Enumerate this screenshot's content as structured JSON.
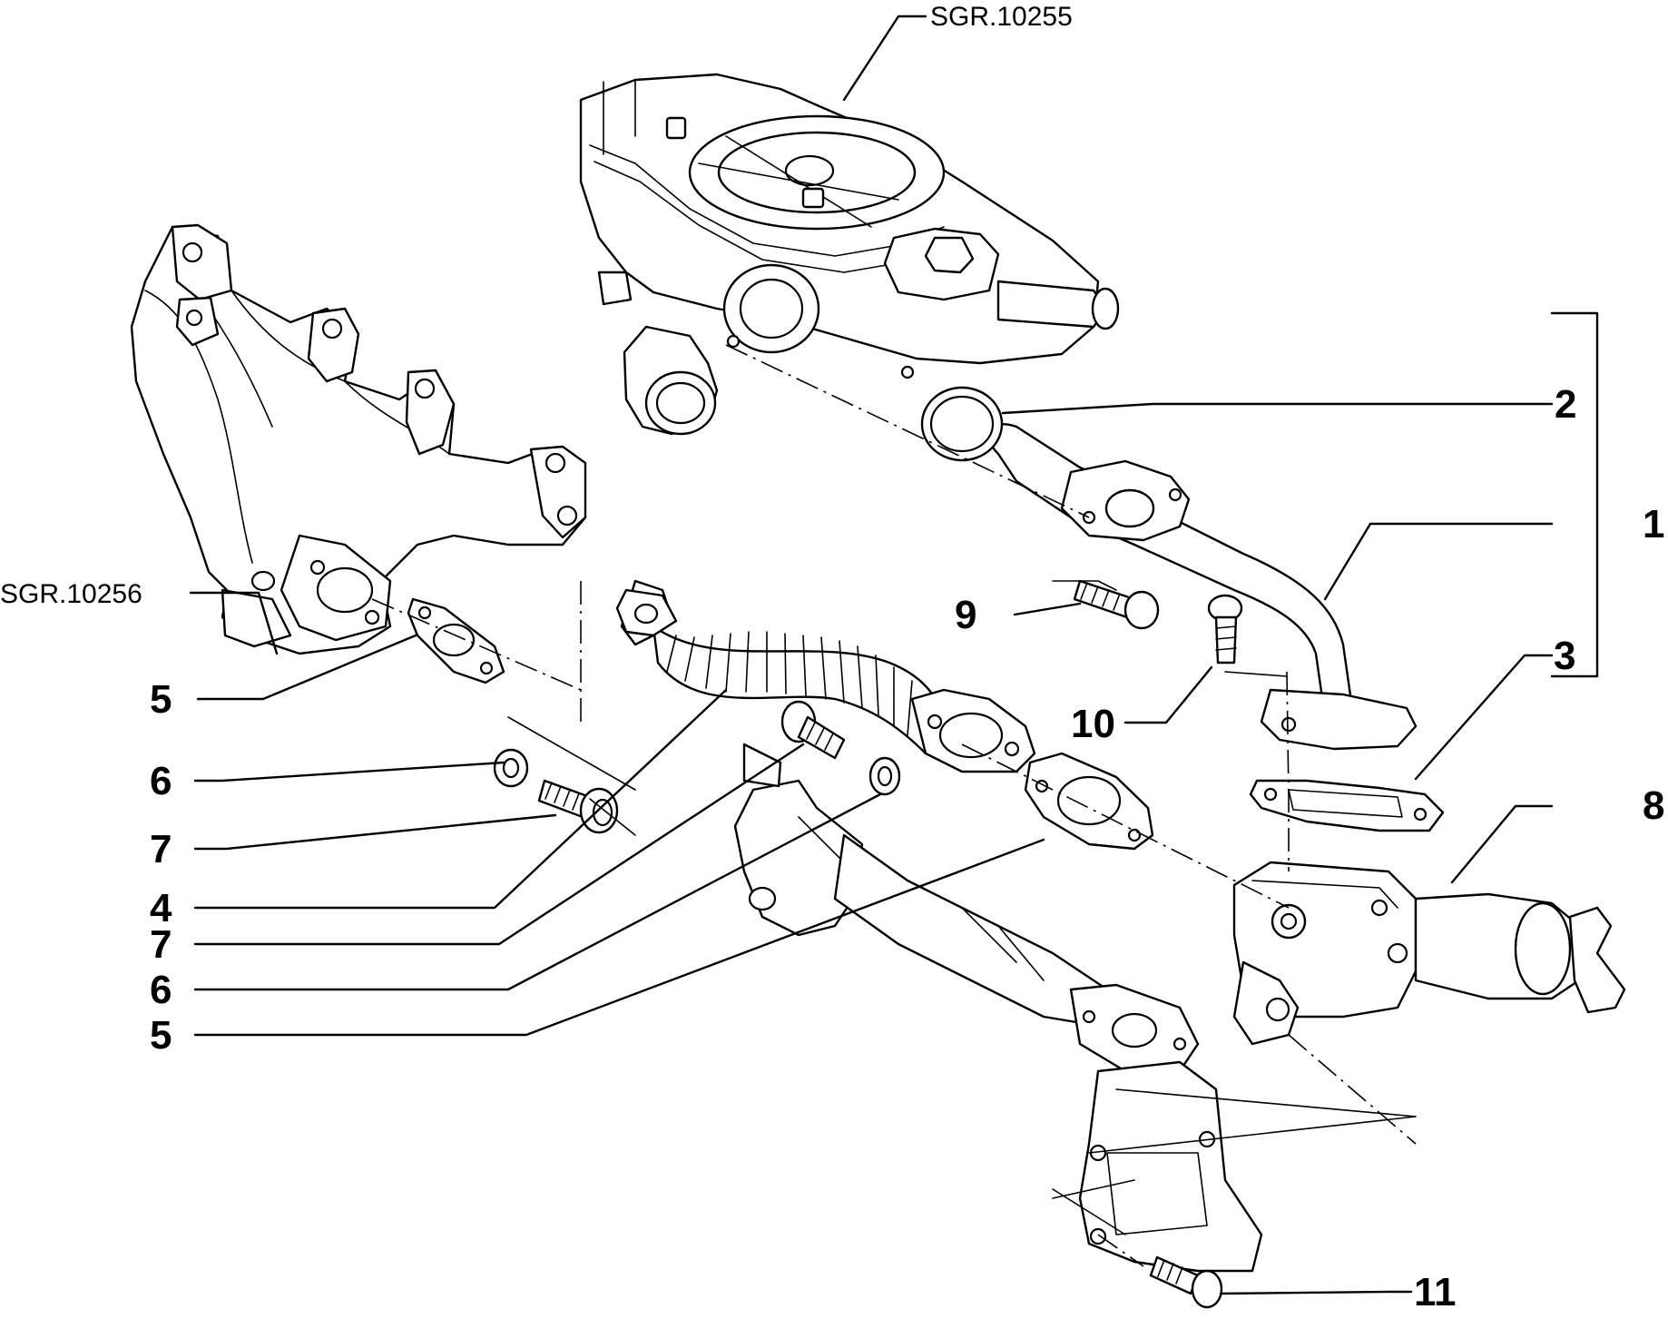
{
  "references": {
    "top": "SGR.10255",
    "left": "SGR.10256"
  },
  "callouts": [
    {
      "key": "c2",
      "label": "2"
    },
    {
      "key": "c1",
      "label": "1"
    },
    {
      "key": "c3",
      "label": "3"
    },
    {
      "key": "c9",
      "label": "9"
    },
    {
      "key": "c10",
      "label": "10"
    },
    {
      "key": "c8",
      "label": "8"
    },
    {
      "key": "c5a",
      "label": "5"
    },
    {
      "key": "c6a",
      "label": "6"
    },
    {
      "key": "c7a",
      "label": "7"
    },
    {
      "key": "c4",
      "label": "4"
    },
    {
      "key": "c7b",
      "label": "7"
    },
    {
      "key": "c6b",
      "label": "6"
    },
    {
      "key": "c5b",
      "label": "5"
    },
    {
      "key": "c11",
      "label": "11"
    }
  ]
}
